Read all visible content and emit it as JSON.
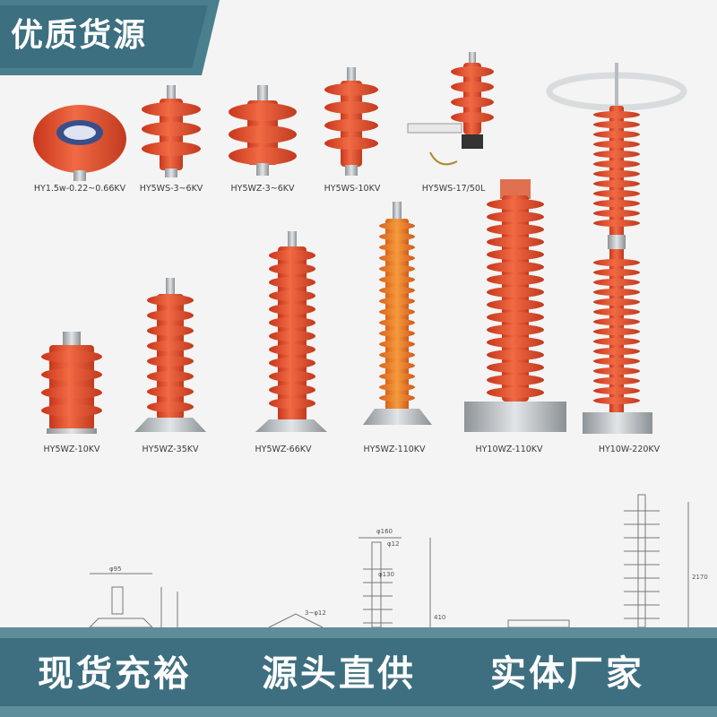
{
  "badge": {
    "text": "优质货源"
  },
  "products_row1": [
    {
      "label": "HY1.5w-0.22~0.66KV"
    },
    {
      "label": "HY5WS-3~6KV"
    },
    {
      "label": "HY5WZ-3~6KV"
    },
    {
      "label": "HY5WS-10KV"
    },
    {
      "label": "HY5WS-17/50L"
    }
  ],
  "products_row2": [
    {
      "label": "HY5WZ-10KV"
    },
    {
      "label": "HY5WZ-35KV"
    },
    {
      "label": "HY5WZ-66KV"
    },
    {
      "label": "HY5WZ-110KV"
    },
    {
      "label": "HY10WZ-110KV"
    },
    {
      "label": "HY10W-220KV"
    }
  ],
  "drawings": {
    "d1": "φ95",
    "d2": "3~φ12",
    "d3_top": "φ160",
    "d3_mid": "φ12",
    "d3_low": "φ130",
    "d3_side": "410",
    "d4_side": "2170"
  },
  "footer": {
    "item1": "现货充裕",
    "item2": "源头直供",
    "item3": "实体厂家"
  },
  "colors": {
    "orange": "#e8532f",
    "teal_badge": "#3f7585",
    "footer": "#3e6f80"
  }
}
